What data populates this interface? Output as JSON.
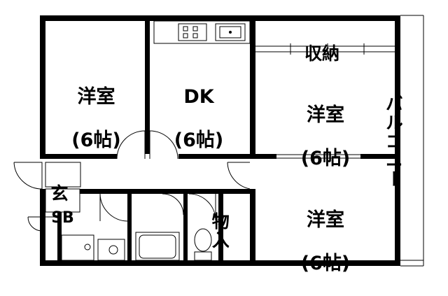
{
  "rooms": {
    "western_top_left": {
      "name": "洋室",
      "size": "(6帖)"
    },
    "dk": {
      "name": "DK",
      "size": "(6帖)"
    },
    "storage": {
      "name": "収納"
    },
    "western_top_right": {
      "name": "洋室",
      "size": "(6帖)"
    },
    "balcony": {
      "name": "バルコニー"
    },
    "entrance": {
      "name": "玄"
    },
    "shoe_box": {
      "name": "SB"
    },
    "closet": {
      "name": "物入"
    },
    "western_bottom_right": {
      "name": "洋室",
      "size": "(6帖)"
    }
  },
  "colors": {
    "wall": "#000000",
    "line": "#000000",
    "background": "#ffffff"
  },
  "icons": [
    "stove-icon",
    "sink-icon",
    "washbasin-icon",
    "bathtub-icon",
    "toilet-icon",
    "washing-machine-icon"
  ]
}
